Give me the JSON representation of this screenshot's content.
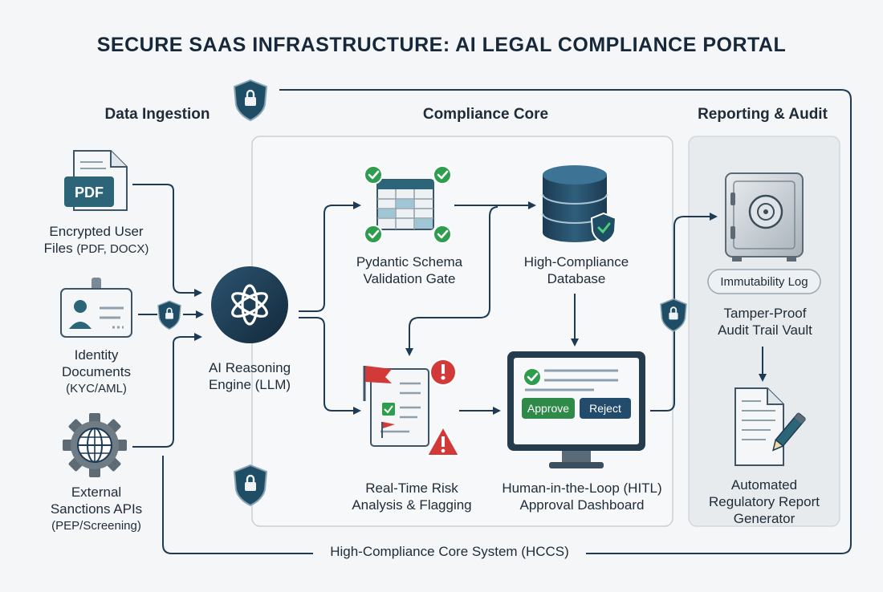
{
  "title": "SECURE SAAS INFRASTRUCTURE: AI LEGAL COMPLIANCE PORTAL",
  "sections": {
    "ingestion": "Data Ingestion",
    "core": "Compliance Core",
    "reporting": "Reporting & Audit"
  },
  "nodes": {
    "user_files": {
      "line1": "Encrypted User",
      "line2_main": "Files",
      "line2_sub": "(PDF, DOCX)",
      "icon_text": "PDF"
    },
    "identity": {
      "line1": "Identity",
      "line2": "Documents",
      "line3": "(KYC/AML)"
    },
    "sanctions": {
      "line1": "External",
      "line2": "Sanctions APIs",
      "line3": "(PEP/Screening)"
    },
    "ai_engine": {
      "line1": "AI Reasoning",
      "line2": "Engine (LLM)"
    },
    "schema_gate": {
      "line1": "Pydantic Schema",
      "line2": "Validation Gate"
    },
    "database": {
      "line1": "High-Compliance",
      "line2": "Database"
    },
    "risk": {
      "line1": "Real-Time Risk",
      "line2": "Analysis & Flagging"
    },
    "hitl": {
      "line1": "Human-in-the-Loop (HITL)",
      "line2": "Approval Dashboard",
      "approve": "Approve",
      "reject": "Reject"
    },
    "vault": {
      "pill": "Immutability Log",
      "line1": "Tamper-Proof",
      "line2": "Audit Trail Vault"
    },
    "report": {
      "line1": "Automated",
      "line2": "Regulatory Report",
      "line3": "Generator"
    }
  },
  "footer": "High-Compliance Core System (HCCS)",
  "colors": {
    "navy": "#1d3b54",
    "teal": "#2f6b7a",
    "green": "#2e9e4e",
    "red": "#d23a3a",
    "approve_green": "#2f8a4a",
    "reject_navy": "#234c6c"
  }
}
